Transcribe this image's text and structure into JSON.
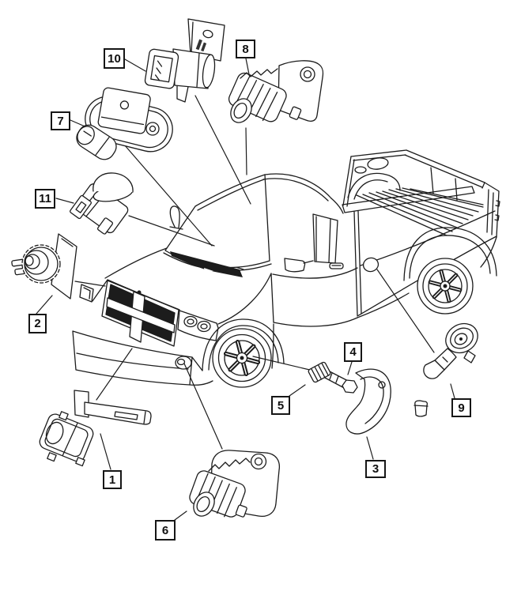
{
  "colors": {
    "background": "#ffffff",
    "ink": "#1c1c1c"
  },
  "callouts": [
    {
      "label": "1"
    },
    {
      "label": "2"
    },
    {
      "label": "3"
    },
    {
      "label": "4"
    },
    {
      "label": "5"
    },
    {
      "label": "6"
    },
    {
      "label": "7"
    },
    {
      "label": "8"
    },
    {
      "label": "9"
    },
    {
      "label": "10"
    },
    {
      "label": "11"
    }
  ],
  "icons": {
    "truck": "pickup-truck-line-art",
    "part1": "ambient-temperature-sensor-with-strap-bracket",
    "part2": "speed-sensor-with-mounting-plate",
    "part3": "tire-pressure-sensor-body",
    "part4": "tpms-valve-stem",
    "part5": "tpms-valve-stem-assembly",
    "part6": "impact-sensor-front",
    "part7": "pressure-sensor-with-oval-bracket",
    "part8": "impact-sensor-cowl",
    "part9": "parking-aid-sensor",
    "part10": "sensor-with-mounting-bracket",
    "part11": "dome-style-sensor",
    "extra": "valve-stem-cap"
  }
}
